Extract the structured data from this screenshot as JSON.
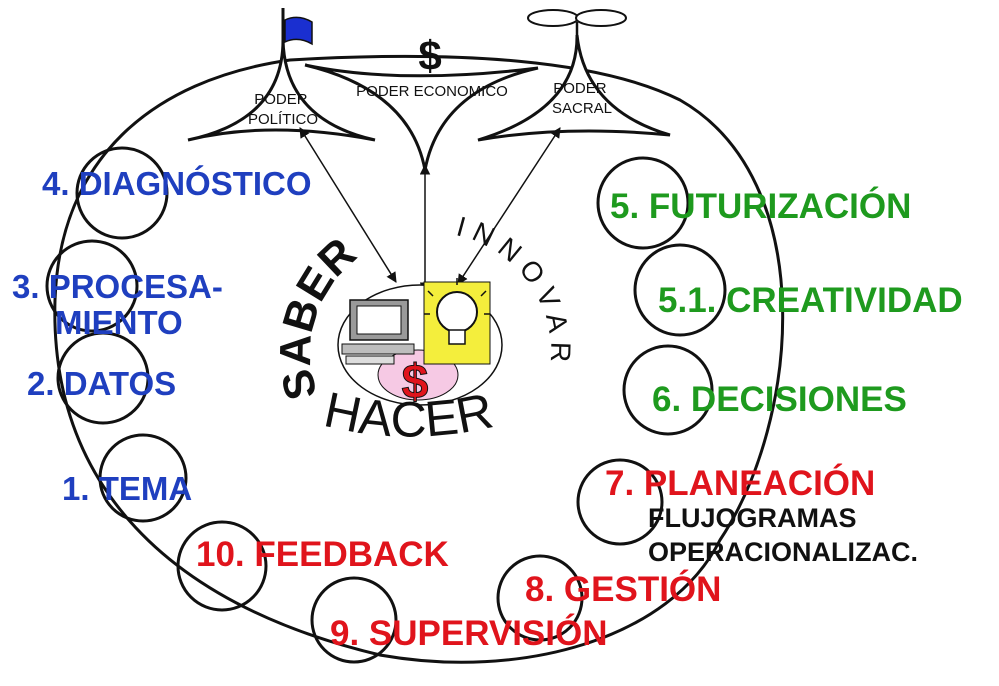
{
  "powers": {
    "political": [
      "PODER",
      "POLÍTICO"
    ],
    "economic": "PODER ECONOMICO",
    "sacral": [
      "PODER",
      "SACRAL"
    ],
    "dollar": "$"
  },
  "center": {
    "saber": "SABER",
    "innovar": "INNOVAR",
    "hacer": "HACER",
    "dollar": "$"
  },
  "steps": {
    "diagnostico": "4. DIAGNÓSTICO",
    "procesamiento_1": "3. PROCESA-",
    "procesamiento_2": "MIENTO",
    "datos": "2. DATOS",
    "tema": "1. TEMA",
    "feedback": "10. FEEDBACK",
    "supervision": "9. SUPERVISIÓN",
    "gestion": "8. GESTIÓN",
    "planeacion": "7. PLANEACIÓN",
    "flujogramas": "FLUJOGRAMAS",
    "operacionalizac": "OPERACIONALIZAC.",
    "decisiones": "6. DECISIONES",
    "creatividad": "5.1. CREATIVIDAD",
    "futurizacion": "5. FUTURIZACIÓN"
  },
  "colors": {
    "blue": "#1f3fbf",
    "green": "#1e9a1e",
    "red": "#e0141c",
    "black": "#111111",
    "yellow": "#f4ee3c"
  }
}
